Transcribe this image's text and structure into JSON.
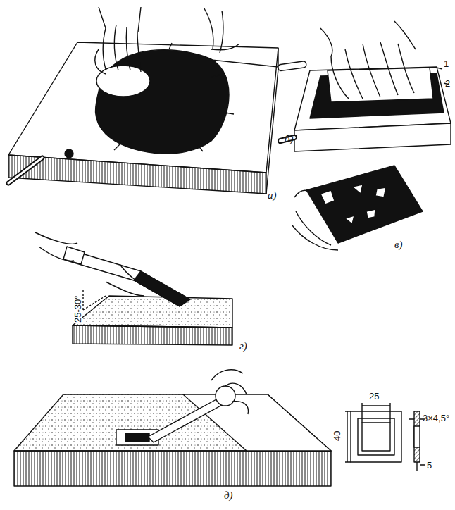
{
  "diagram": {
    "labels": [
      "а)",
      "б)",
      "1",
      "2",
      "в)",
      "г)",
      "25-30°",
      "д)",
      "25",
      "40",
      "3×4,5°",
      "5"
    ]
  }
}
